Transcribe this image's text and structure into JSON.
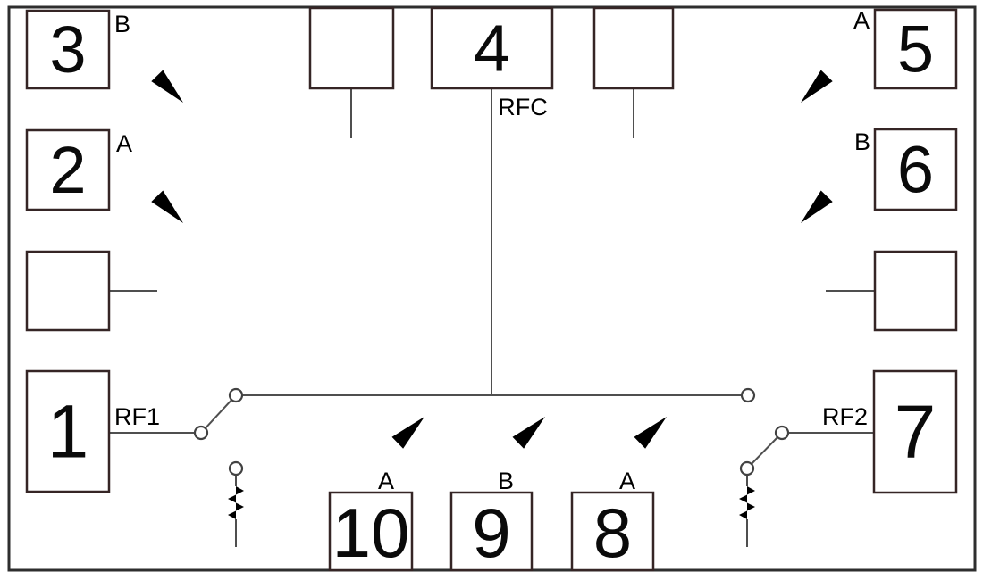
{
  "pads": {
    "p1": {
      "number": "1",
      "label": "RF1"
    },
    "p2": {
      "number": "2",
      "label": "A"
    },
    "p3": {
      "number": "3",
      "label": "B"
    },
    "p4": {
      "number": "4",
      "label": "RFC"
    },
    "p5": {
      "number": "5",
      "label": "A"
    },
    "p6": {
      "number": "6",
      "label": "B"
    },
    "p7": {
      "number": "7",
      "label": "RF2"
    },
    "p8": {
      "number": "8",
      "label": "A"
    },
    "p9": {
      "number": "9",
      "label": "B"
    },
    "p10": {
      "number": "10",
      "label": "A"
    }
  },
  "colors": {
    "background": "#ffffff",
    "wire": "#4f4f4f",
    "pad_border": "#352525",
    "arrow": "#141414",
    "text": "#000000",
    "frame": "#2e2e2e"
  }
}
